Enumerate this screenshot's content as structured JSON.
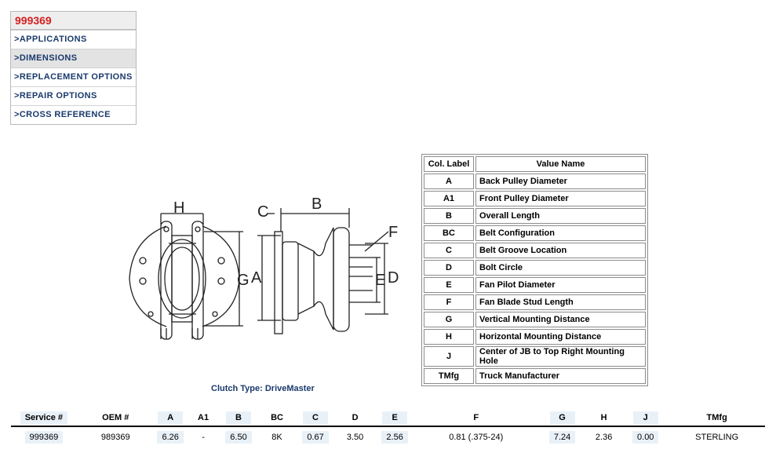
{
  "nav": {
    "part_number": "999369",
    "items": [
      ">APPLICATIONS",
      ">DIMENSIONS",
      ">REPLACEMENT OPTIONS",
      ">REPAIR OPTIONS",
      ">CROSS REFERENCE"
    ],
    "active_index": 1
  },
  "diagram": {
    "labels": {
      "H": "H",
      "C": "C",
      "B": "B",
      "F": "F",
      "G": "G",
      "A": "A",
      "E": "E",
      "D": "D"
    }
  },
  "legend": {
    "col_label_header": "Col. Label",
    "value_name_header": "Value Name",
    "rows": [
      {
        "label": "A",
        "name": "Back Pulley Diameter"
      },
      {
        "label": "A1",
        "name": "Front Pulley Diameter"
      },
      {
        "label": "B",
        "name": "Overall Length"
      },
      {
        "label": "BC",
        "name": "Belt Configuration"
      },
      {
        "label": "C",
        "name": "Belt Groove Location"
      },
      {
        "label": "D",
        "name": "Bolt Circle"
      },
      {
        "label": "E",
        "name": "Fan Pilot Diameter"
      },
      {
        "label": "F",
        "name": "Fan Blade Stud Length"
      },
      {
        "label": "G",
        "name": "Vertical Mounting Distance"
      },
      {
        "label": "H",
        "name": "Horizontal Mounting Distance"
      },
      {
        "label": "J",
        "name": "Center of JB to Top Right Mounting Hole"
      },
      {
        "label": "TMfg",
        "name": "Truck Manufacturer"
      }
    ]
  },
  "clutch_type": "Clutch Type: DriveMaster",
  "spec": {
    "headers": [
      "Service #",
      "OEM #",
      "A",
      "A1",
      "B",
      "BC",
      "C",
      "D",
      "E",
      "F",
      "G",
      "H",
      "J",
      "TMfg"
    ],
    "values": [
      "999369",
      "989369",
      "6.26",
      "-",
      "6.50",
      "8K",
      "0.67",
      "3.50",
      "2.56",
      "0.81 (.375-24)",
      "7.24",
      "2.36",
      "0.00",
      "STERLING"
    ],
    "shaded_columns": [
      0,
      2,
      4,
      6,
      8,
      10,
      12
    ]
  },
  "colors": {
    "part_number": "#d41f1f",
    "nav_text": "#1a3a6b",
    "shade": "#e9f1f8"
  }
}
